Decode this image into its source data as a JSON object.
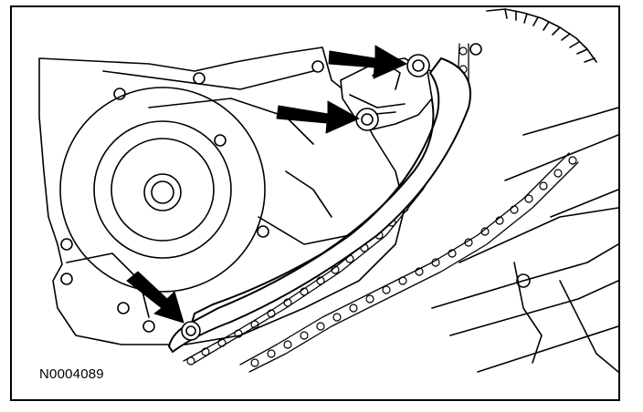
{
  "figure": {
    "id_label": "N0004089"
  },
  "arrows": [
    {
      "target": "upper-guide-bolt"
    },
    {
      "target": "middle-guide-bolt"
    },
    {
      "target": "lower-guide-bolt"
    }
  ],
  "colors": {
    "line": "#000000",
    "background": "#ffffff"
  }
}
